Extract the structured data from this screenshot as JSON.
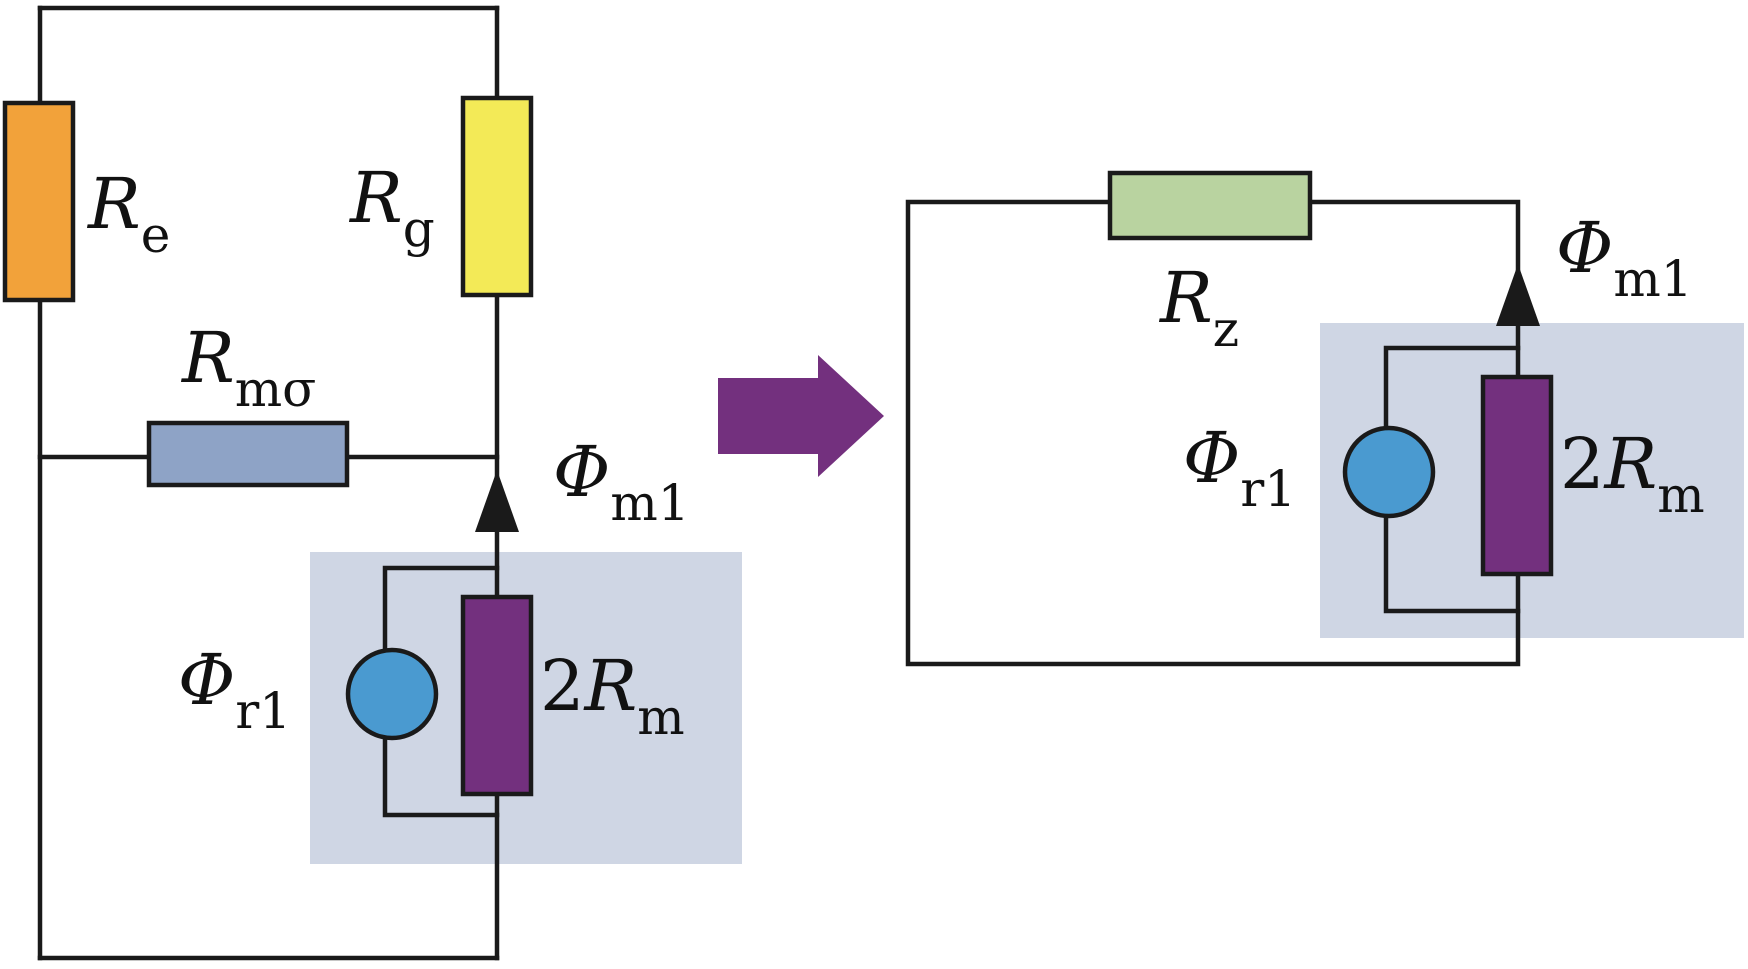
{
  "colors": {
    "resistor_Re": "#f2a23a",
    "resistor_Rg": "#f3ea57",
    "resistor_Rmsigma": "#8ea3c6",
    "resistor_Rz": "#b9d3a0",
    "resistor_2Rm": "#73307e",
    "magnet_source": "#4a9ad0",
    "magnet_region": "#cfd6e4",
    "arrow": "#73307e",
    "wire": "#1a1a1a"
  },
  "left_circuit": {
    "Re": {
      "symbol": "R",
      "sub": "e"
    },
    "Rg": {
      "symbol": "R",
      "sub": "g"
    },
    "Rmsigma": {
      "symbol": "R",
      "sub": "mσ"
    },
    "flux_m1": {
      "symbol": "Φ",
      "sub": "m1"
    },
    "flux_r1": {
      "symbol": "Φ",
      "sub": "r1"
    },
    "Rm": {
      "prefix": "2",
      "symbol": "R",
      "sub": "m"
    }
  },
  "right_circuit": {
    "Rz": {
      "symbol": "R",
      "sub": "z"
    },
    "flux_m1": {
      "symbol": "Φ",
      "sub": "m1"
    },
    "flux_r1": {
      "symbol": "Φ",
      "sub": "r1"
    },
    "Rm": {
      "prefix": "2",
      "symbol": "R",
      "sub": "m"
    }
  }
}
